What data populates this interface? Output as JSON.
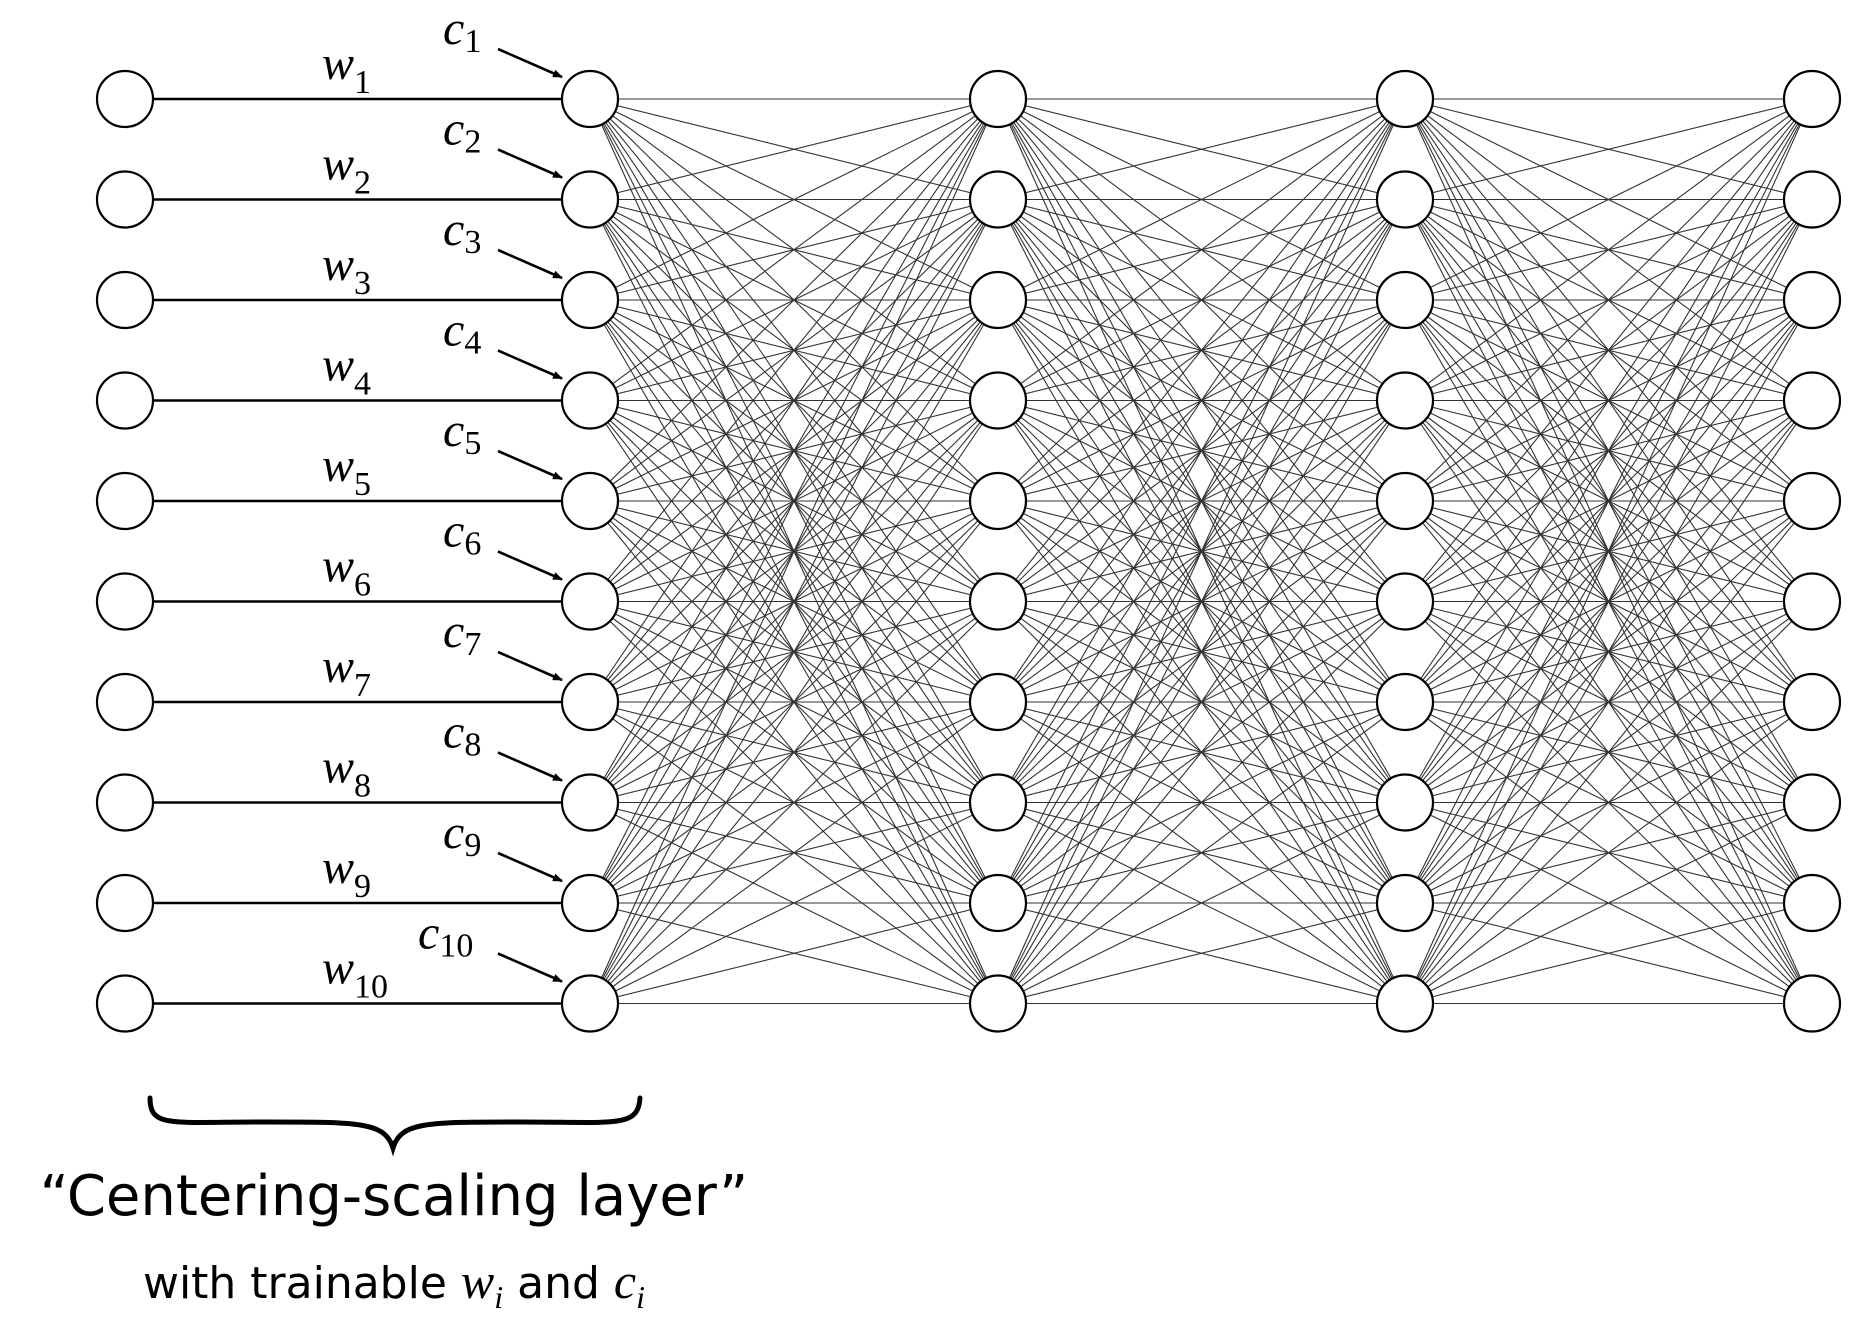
{
  "weights": [
    {
      "symbol": "w",
      "sub": "1"
    },
    {
      "symbol": "w",
      "sub": "2"
    },
    {
      "symbol": "w",
      "sub": "3"
    },
    {
      "symbol": "w",
      "sub": "4"
    },
    {
      "symbol": "w",
      "sub": "5"
    },
    {
      "symbol": "w",
      "sub": "6"
    },
    {
      "symbol": "w",
      "sub": "7"
    },
    {
      "symbol": "w",
      "sub": "8"
    },
    {
      "symbol": "w",
      "sub": "9"
    },
    {
      "symbol": "w",
      "sub": "10"
    }
  ],
  "centers": [
    {
      "symbol": "c",
      "sub": "1"
    },
    {
      "symbol": "c",
      "sub": "2"
    },
    {
      "symbol": "c",
      "sub": "3"
    },
    {
      "symbol": "c",
      "sub": "4"
    },
    {
      "symbol": "c",
      "sub": "5"
    },
    {
      "symbol": "c",
      "sub": "6"
    },
    {
      "symbol": "c",
      "sub": "7"
    },
    {
      "symbol": "c",
      "sub": "8"
    },
    {
      "symbol": "c",
      "sub": "9"
    },
    {
      "symbol": "c",
      "sub": "10"
    }
  ],
  "network": {
    "nodes_per_layer": 10,
    "layers": 5,
    "connections": [
      "one-to-one",
      "dense",
      "dense",
      "dense"
    ]
  },
  "caption": {
    "title": "“Centering-scaling layer”",
    "subtitle_prefix": "with trainable ",
    "subtitle_w": "w",
    "subtitle_w_sub": "i",
    "subtitle_and": " and ",
    "subtitle_c": "c",
    "subtitle_c_sub": "i"
  },
  "colors": {
    "stroke": "#000000",
    "edge": "#333333",
    "node_fill": "#ffffff"
  }
}
